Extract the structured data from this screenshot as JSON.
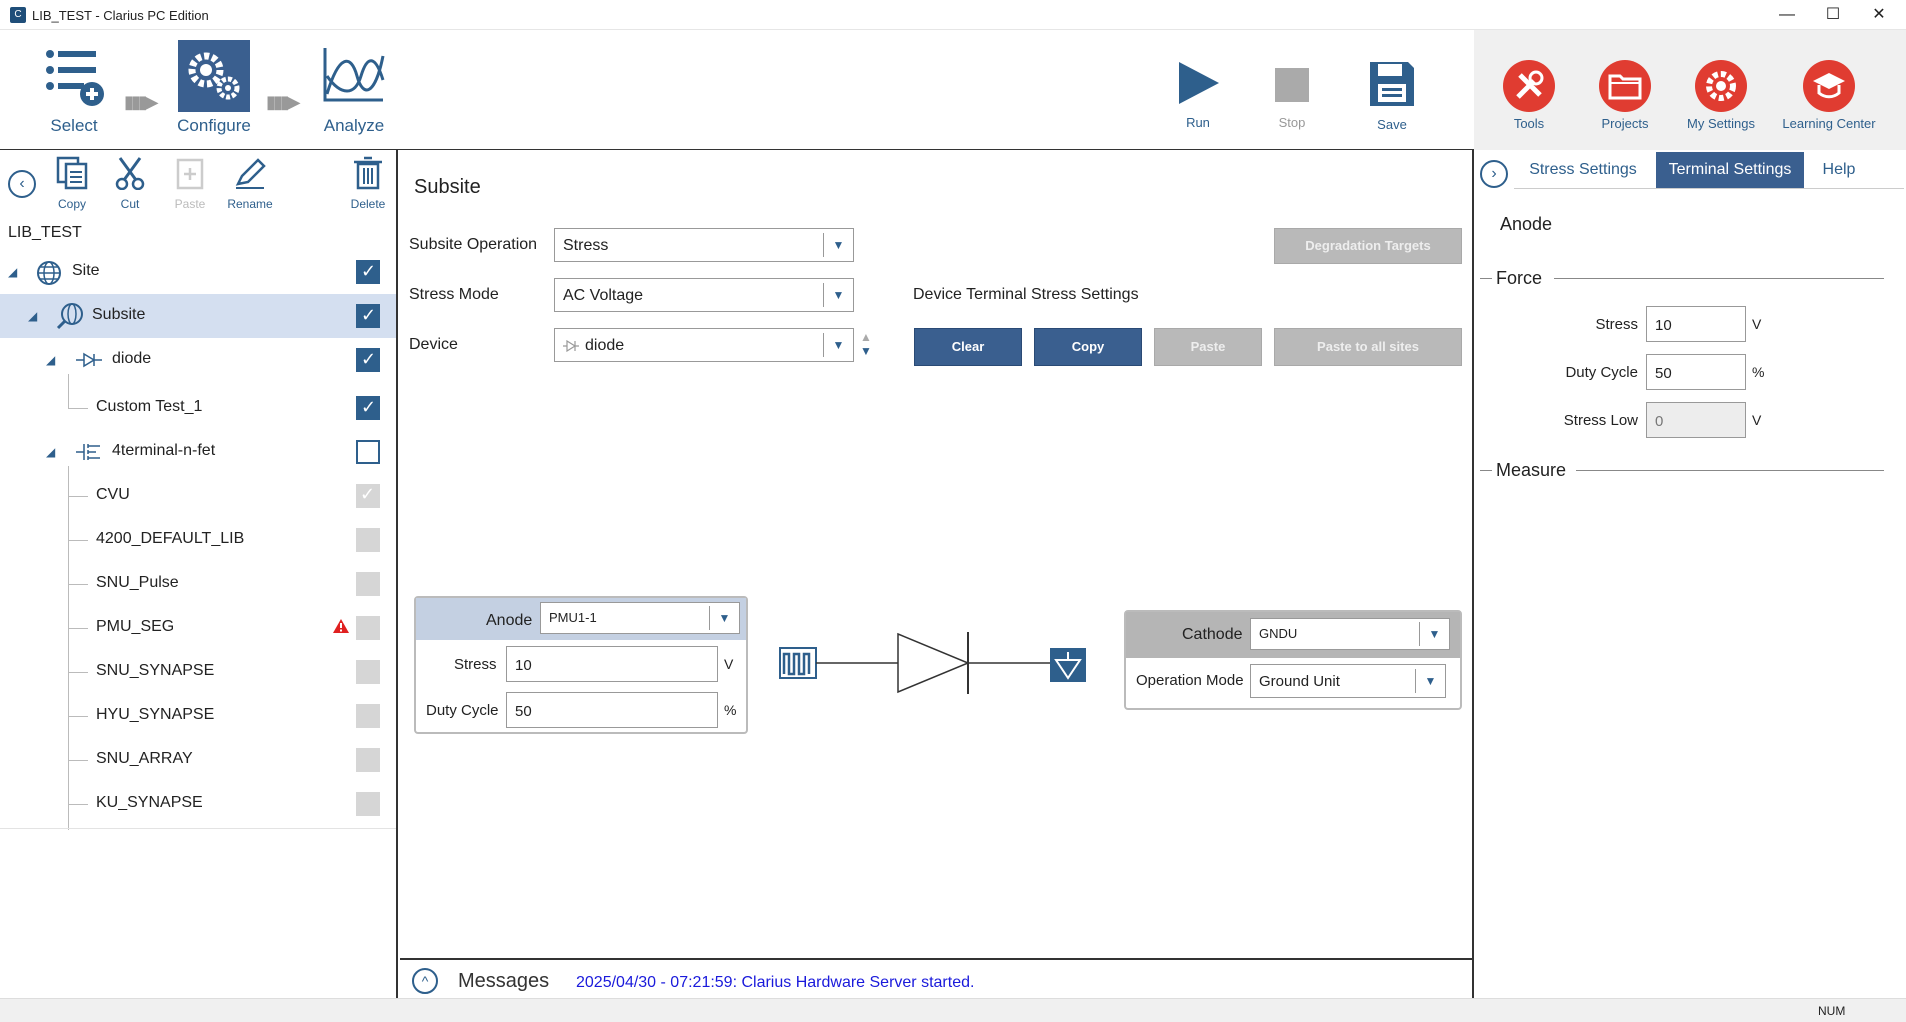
{
  "window": {
    "title": "LIB_TEST - Clarius PC Edition",
    "app_icon": "C",
    "controls": [
      "—",
      "☐",
      "✕"
    ]
  },
  "workflow": {
    "select_label": "Select",
    "configure_label": "Configure",
    "analyze_label": "Analyze"
  },
  "toolbar": {
    "run_label": "Run",
    "stop_label": "Stop",
    "save_label": "Save",
    "tools_label": "Tools",
    "projects_label": "Projects",
    "mysettings_label": "My Settings",
    "learning_label": "Learning Center"
  },
  "left_toolbar": {
    "copy": "Copy",
    "cut": "Cut",
    "paste": "Paste",
    "rename": "Rename",
    "delete": "Delete"
  },
  "tree": {
    "root": "LIB_TEST",
    "items": [
      {
        "label": "Site"
      },
      {
        "label": "Subsite"
      },
      {
        "label": "diode"
      },
      {
        "label": "Custom Test_1"
      },
      {
        "label": "4terminal-n-fet"
      },
      {
        "label": "CVU"
      },
      {
        "label": "4200_DEFAULT_LIB"
      },
      {
        "label": "SNU_Pulse"
      },
      {
        "label": "PMU_SEG"
      },
      {
        "label": "SNU_SYNAPSE"
      },
      {
        "label": "HYU_SYNAPSE"
      },
      {
        "label": "SNU_ARRAY"
      },
      {
        "label": "KU_SYNAPSE"
      }
    ]
  },
  "center": {
    "title": "Subsite",
    "subsite_operation_label": "Subsite Operation",
    "subsite_operation_value": "Stress",
    "stress_mode_label": "Stress Mode",
    "stress_mode_value": "AC Voltage",
    "device_label": "Device",
    "device_value": "diode",
    "degradation_targets": "Degradation Targets",
    "terminal_settings_heading": "Device Terminal Stress Settings",
    "clear": "Clear",
    "copy": "Copy",
    "paste": "Paste",
    "paste_all": "Paste to all sites"
  },
  "anode_box": {
    "title": "Anode",
    "instrument": "PMU1-1",
    "stress_label": "Stress",
    "stress_value": "10",
    "stress_unit": "V",
    "duty_label": "Duty Cycle",
    "duty_value": "50",
    "duty_unit": "%"
  },
  "cathode_box": {
    "title": "Cathode",
    "instrument": "GNDU",
    "op_label": "Operation Mode",
    "op_value": "Ground Unit"
  },
  "messages": {
    "title": "Messages",
    "text": "2025/04/30 - 07:21:59: Clarius Hardware Server started.",
    "text_color": "#1a1adb"
  },
  "right_panel": {
    "tabs": [
      "Stress Settings",
      "Terminal Settings",
      "Help"
    ],
    "active_tab": "Terminal Settings",
    "terminal": "Anode",
    "force_heading": "Force",
    "stress_label": "Stress",
    "stress_value": "10",
    "stress_unit": "V",
    "duty_label": "Duty Cycle",
    "duty_value": "50",
    "duty_unit": "%",
    "stress_low_label": "Stress Low",
    "stress_low_value": "0",
    "stress_low_unit": "V",
    "measure_heading": "Measure"
  },
  "statusbar": {
    "num": "NUM"
  },
  "colors": {
    "accent": "#2e5f8c",
    "button_blue": "#3a5f8f",
    "tool_red": "#e03c31",
    "selected_row": "#d4dff0"
  }
}
